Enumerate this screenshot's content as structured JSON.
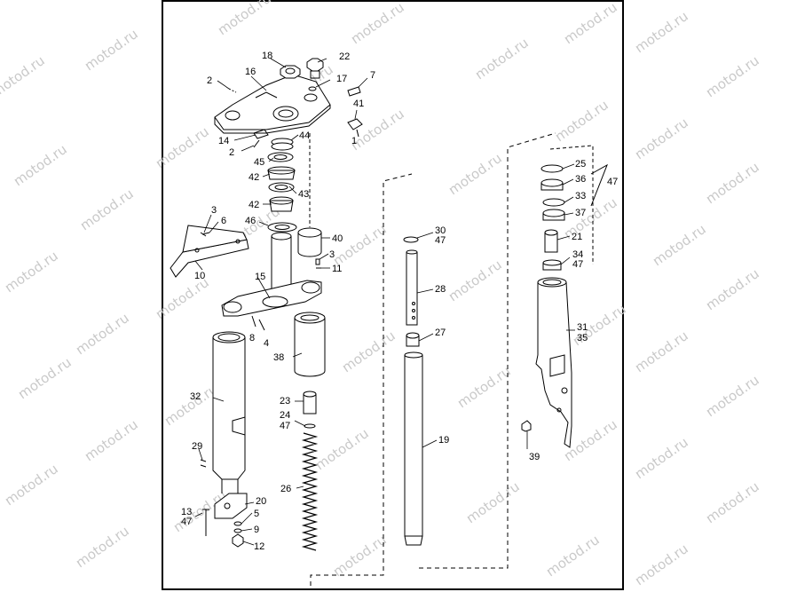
{
  "watermark": "motod.ru",
  "callouts": {
    "c18": "18",
    "c22": "22",
    "c16": "16",
    "c2a": "2",
    "c17": "17",
    "c7": "7",
    "c41": "41",
    "c14": "14",
    "c2b": "2",
    "c44": "44",
    "c1": "1",
    "c45": "45",
    "c42a": "42",
    "c43": "43",
    "c42b": "42",
    "c3a": "3",
    "c6": "6",
    "c46": "46",
    "c40": "40",
    "c3b": "3",
    "c11": "11",
    "c10": "10",
    "c15": "15",
    "c8": "8",
    "c4": "4",
    "c38": "38",
    "c32": "32",
    "c29": "29",
    "c23": "23",
    "c24": "24",
    "c47a": "47",
    "c26": "26",
    "c20": "20",
    "c5": "5",
    "c13": "13",
    "c47b": "47",
    "c9": "9",
    "c12": "12",
    "c30": "30",
    "c47c": "47",
    "c28": "28",
    "c27": "27",
    "c19": "19",
    "c25": "25",
    "c36": "36",
    "c33": "33",
    "c37": "37",
    "c47d": "47",
    "c21": "21",
    "c34": "34",
    "c47e": "47",
    "c31": "31",
    "c35": "35",
    "c39": "39"
  }
}
